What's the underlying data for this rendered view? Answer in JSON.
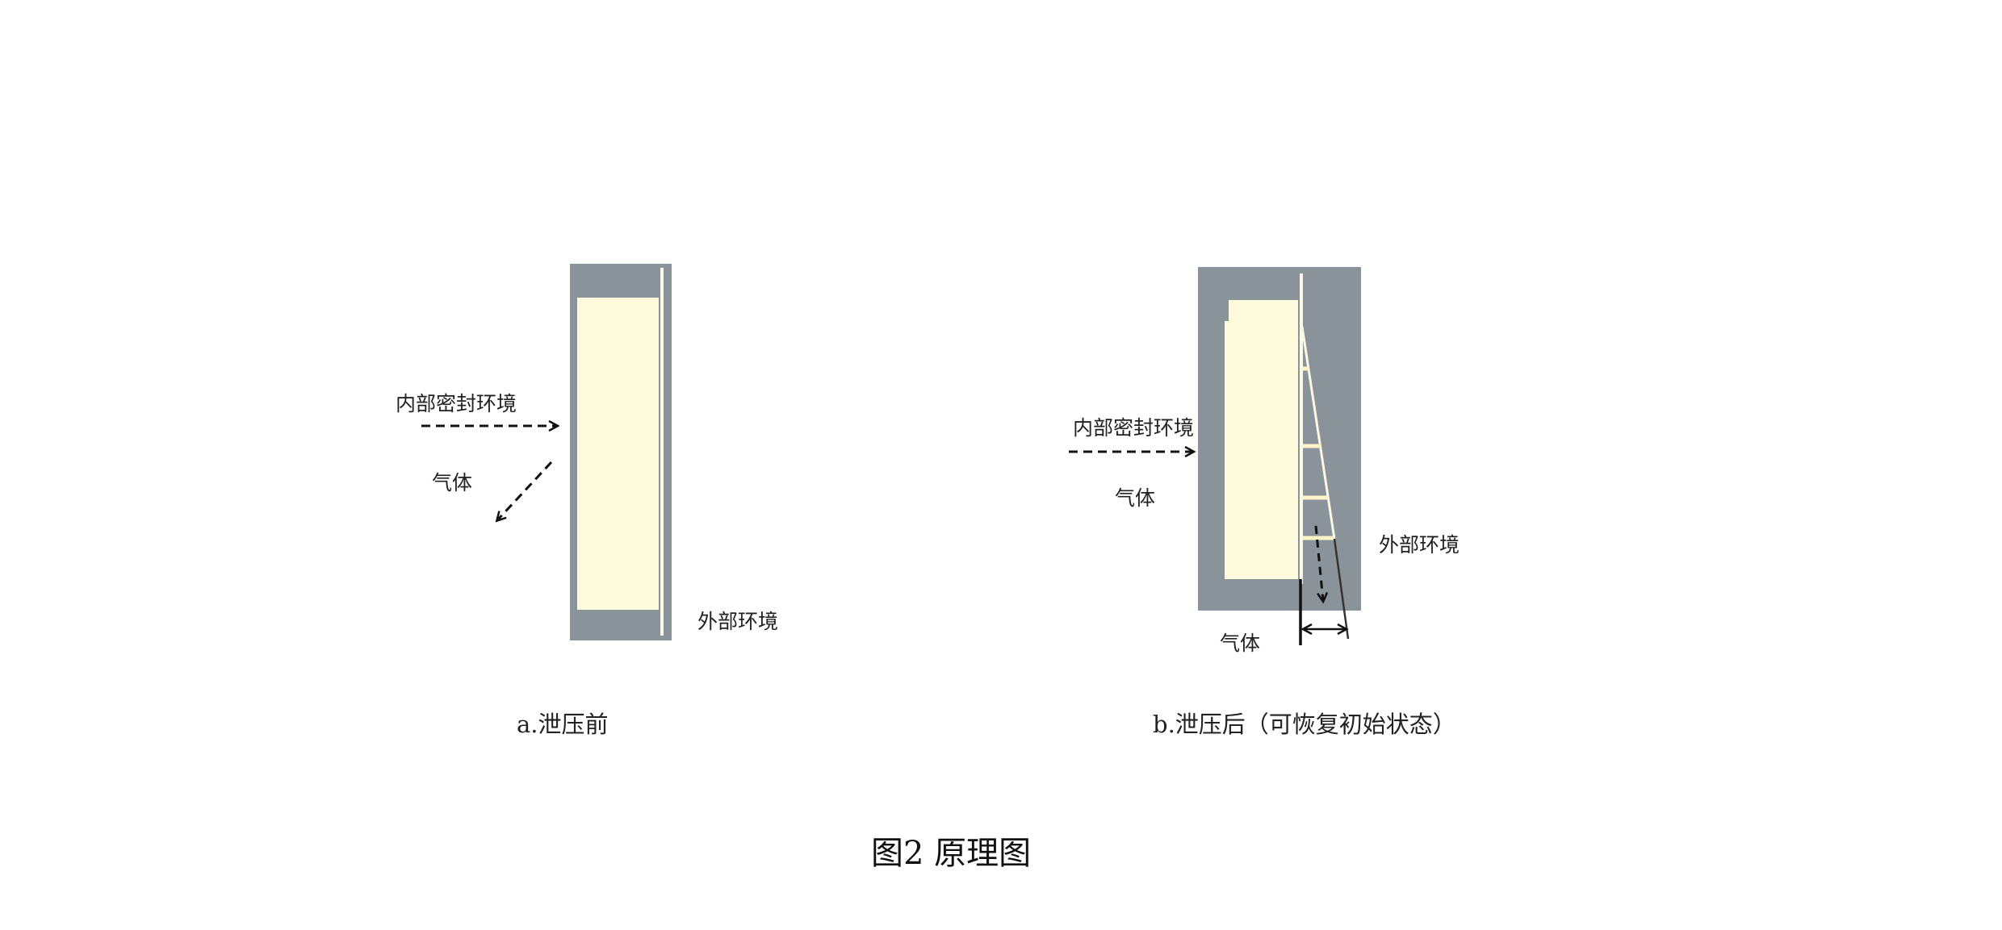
{
  "figure": {
    "title": "图2 原理图",
    "colors": {
      "housing": "#8a9399",
      "panel": "#fdfbdc",
      "strip": "#fbf8e6",
      "ink": "#111111"
    }
  },
  "panel_a": {
    "caption": "a.泄压前",
    "label_inside": "内部密封环境",
    "label_gas": "气体",
    "label_outside": "外部环境"
  },
  "panel_b": {
    "caption": "b.泄压后（可恢复初始状态）",
    "label_inside": "内部密封环境",
    "label_gas_left": "气体",
    "label_outside": "外部环境",
    "label_gas_bottom": "气体"
  }
}
